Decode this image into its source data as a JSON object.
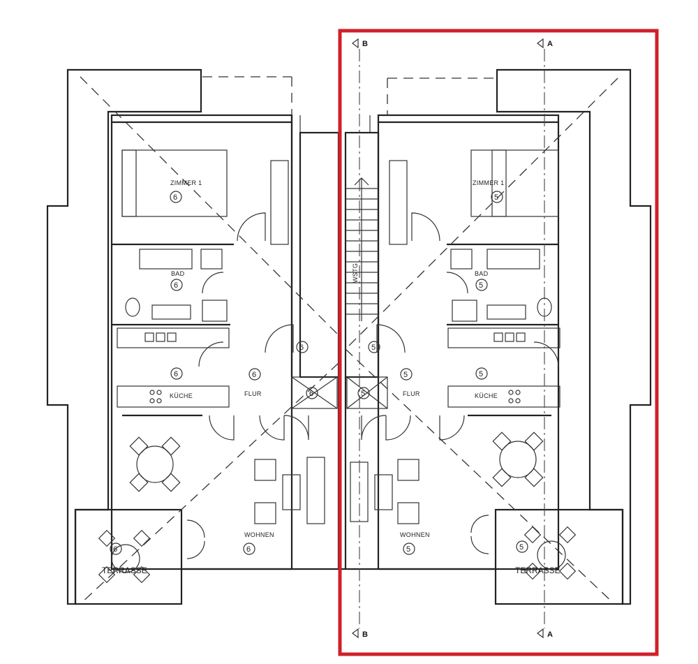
{
  "plan": {
    "left_unit": {
      "zimmer": "ZIMMER 1",
      "bad": "BAD",
      "kueche": "KÜCHE",
      "flur": "FLUR",
      "wohnen": "WOHNEN",
      "terrasse": "TERRASSE",
      "marker": "6"
    },
    "right_unit": {
      "zimmer": "ZIMMER 1",
      "bad": "BAD",
      "kueche": "KÜCHE",
      "flur": "FLUR",
      "wohnen": "WOHNEN",
      "terrasse": "TERRASSE",
      "marker": "5"
    },
    "stair_label": "WSTG",
    "section_a": "A",
    "section_b": "B",
    "highlight_color": "#d0202a"
  }
}
